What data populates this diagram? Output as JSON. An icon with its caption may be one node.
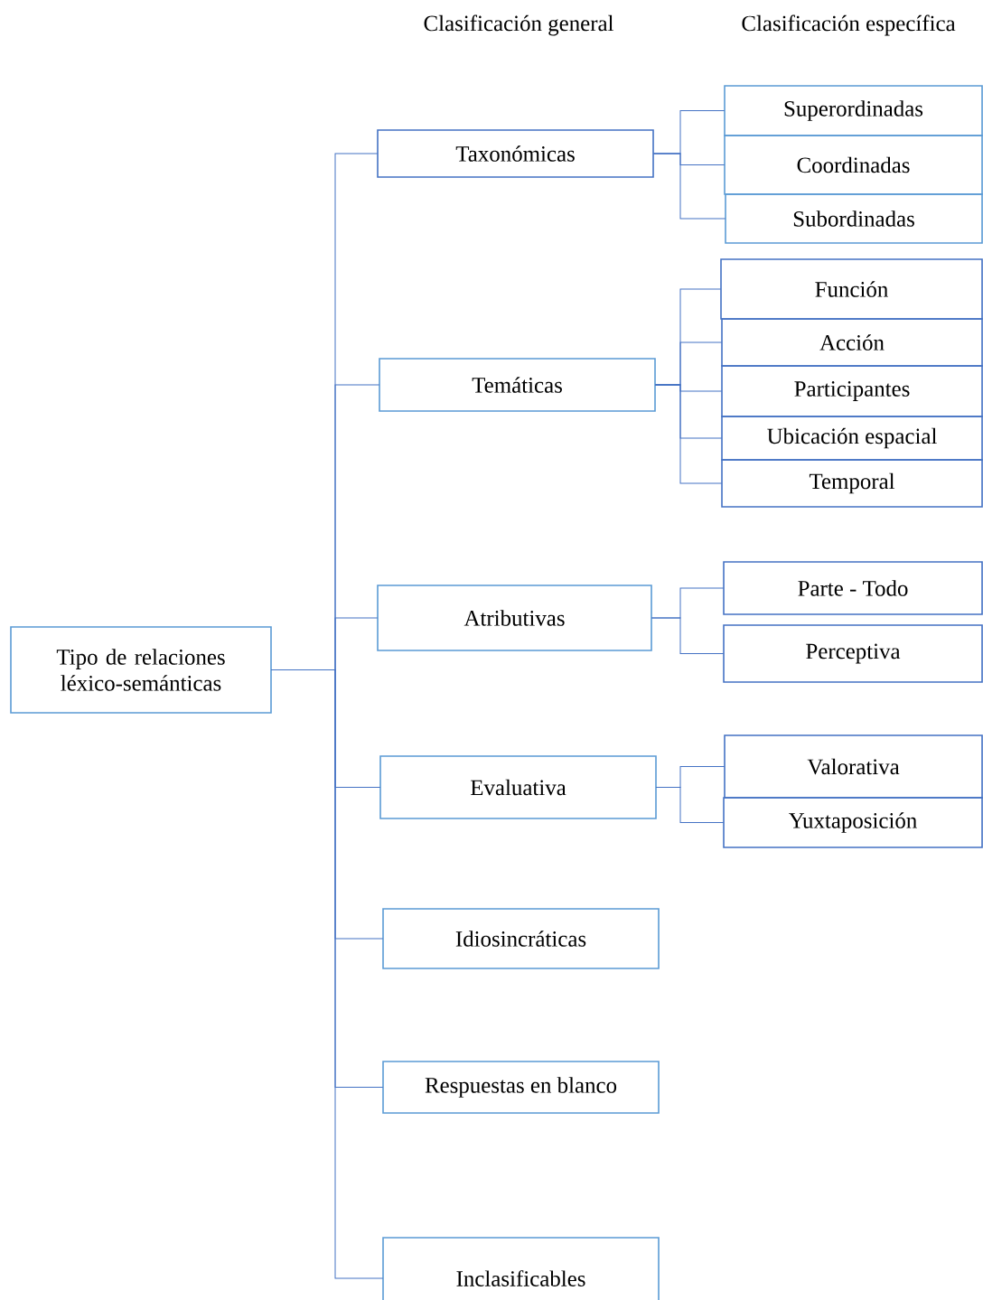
{
  "diagram": {
    "nodes": [
      {
        "text": [
          "Tipo de relaciones léxico-semánticas"
        ]
      },
      {
        "text": [
          "Taxonómicas"
        ]
      },
      {
        "text": [
          "Superordinadas"
        ]
      },
      {
        "text": [
          "Coordinadas"
        ]
      },
      {
        "text": [
          "Subordinadas"
        ]
      },
      {
        "text": [
          "Temáticas"
        ]
      },
      {
        "text": [
          "Función"
        ]
      },
      {
        "text": [
          "Acción"
        ]
      },
      {
        "text": [
          "Participantes"
        ]
      },
      {
        "text": [
          "Ubicación espacial"
        ]
      },
      {
        "text": [
          "Temporal"
        ]
      },
      {
        "text": [
          "Atributivas"
        ]
      },
      {
        "text": [
          "Parte - Todo"
        ]
      },
      {
        "text": [
          "Perceptiva"
        ]
      },
      {
        "text": [
          "Evaluativa"
        ]
      },
      {
        "text": [
          "Valorativa"
        ]
      },
      {
        "text": [
          "Yuxtaposición"
        ]
      },
      {
        "text": [
          "Idiosincráticas"
        ]
      },
      {
        "text": [
          "Respuestas en blanco"
        ]
      },
      {
        "text": [
          "Inclasificables"
        ]
      }
    ],
    "edges": [
      {
        "from": 0,
        "to": 1,
        "arrow": "none"
      },
      {
        "from": 0,
        "to": 5,
        "arrow": "none"
      },
      {
        "from": 0,
        "to": 11,
        "arrow": "none"
      },
      {
        "from": 0,
        "to": 14,
        "arrow": "none"
      },
      {
        "from": 0,
        "to": 17,
        "arrow": "none"
      },
      {
        "from": 0,
        "to": 18,
        "arrow": "none"
      },
      {
        "from": 0,
        "to": 19,
        "arrow": "none"
      },
      {
        "from": 1,
        "to": 2,
        "arrow": "none"
      },
      {
        "from": 1,
        "to": 3,
        "arrow": "none"
      },
      {
        "from": 1,
        "to": 4,
        "arrow": "none"
      },
      {
        "from": 5,
        "to": 6,
        "arrow": "none"
      },
      {
        "from": 5,
        "to": 7,
        "arrow": "none"
      },
      {
        "from": 5,
        "to": 8,
        "arrow": "none"
      },
      {
        "from": 5,
        "to": 9,
        "arrow": "none"
      },
      {
        "from": 5,
        "to": 10,
        "arrow": "none"
      },
      {
        "from": 11,
        "to": 12,
        "arrow": "none"
      },
      {
        "from": 11,
        "to": 13,
        "arrow": "none"
      },
      {
        "from": 14,
        "to": 15,
        "arrow": "none"
      },
      {
        "from": 14,
        "to": 16,
        "arrow": "none"
      }
    ],
    "labels": [
      "Clasificación general",
      "Clasificación específica"
    ]
  }
}
